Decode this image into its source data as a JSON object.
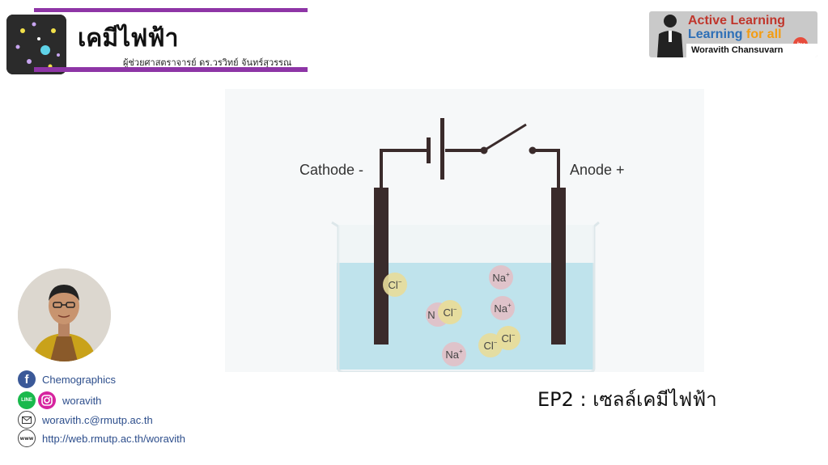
{
  "header": {
    "title": "เคมีไฟฟ้า",
    "subtitle": "ผู้ช่วยศาสตราจารย์ ดร.วรวิทย์ จันทร์สุวรรณ"
  },
  "badge": {
    "line1": "Active Learning",
    "line2_a": "Learning",
    "line2_b": "for all",
    "by": "by",
    "name": "Woravith Chansuvarn"
  },
  "diagram": {
    "cathode_label": "Cathode -",
    "anode_label": "Anode +",
    "ions": [
      {
        "text": "Cl",
        "sup": "−"
      },
      {
        "text": "Na",
        "sup": "+"
      },
      {
        "text": "Na",
        "sup": "+"
      },
      {
        "text": "N",
        "sup": ""
      },
      {
        "text": "Cl",
        "sup": "−"
      },
      {
        "text": "Na",
        "sup": "+"
      },
      {
        "text": "Cl",
        "sup": "−"
      },
      {
        "text": "Cl",
        "sup": "−"
      }
    ]
  },
  "contacts": {
    "facebook": "Chemographics",
    "line_ig": "woravith",
    "email": "woravith.c@rmutp.ac.th",
    "web": "http://web.rmutp.ac.th/woravith",
    "line_icon_text": "LINE",
    "www_icon_text": "www",
    "fb_icon_text": "f"
  },
  "episode": "EP2 : เซลล์เคมีไฟฟ้า",
  "colors": {
    "accent_purple": "#8e35a6",
    "link_blue": "#2d4e8c",
    "electrode": "#3a2b2b",
    "solution": "#bfe3ec"
  }
}
